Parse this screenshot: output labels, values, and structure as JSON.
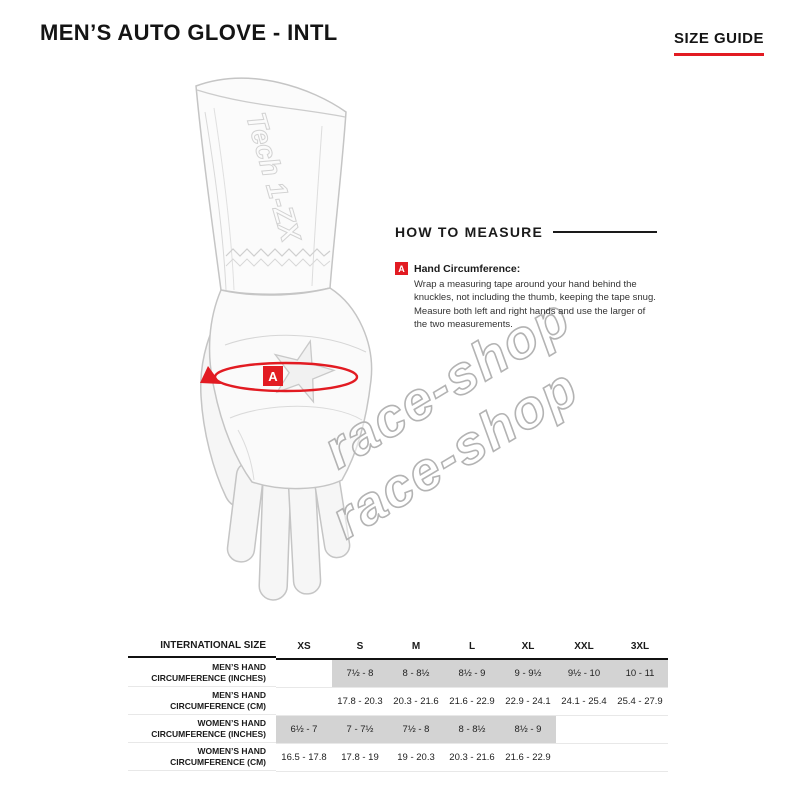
{
  "colors": {
    "accent_red": "#e21b22",
    "table_shade": "#d3d3d3"
  },
  "header": {
    "title": "MEN’S AUTO GLOVE - INTL",
    "size_guide_label": "SIZE GUIDE"
  },
  "diagram": {
    "marker": "A",
    "watermark": "race-shop",
    "cuff_text": "Tech 1-ZX"
  },
  "how_to_measure": {
    "title": "HOW TO MEASURE",
    "marker": "A",
    "label": "Hand Circumference:",
    "text": "Wrap a measuring tape around your hand behind the knuckles, not including the thumb, keeping the tape snug. Measure both left and right hands and use the larger of the two measurements."
  },
  "size_table": {
    "columns": [
      "INTERNATIONAL SIZE",
      "XS",
      "S",
      "M",
      "L",
      "XL",
      "XXL",
      "3XL"
    ],
    "rows": [
      {
        "label": "MEN’S HAND\nCIRCUMFERENCE (INCHES)",
        "shaded": true,
        "values": [
          "",
          "7½ - 8",
          "8 - 8½",
          "8½ - 9",
          "9 - 9½",
          "9½ - 10",
          "10 - 11"
        ]
      },
      {
        "label": "MEN’S HAND\nCIRCUMFERENCE (CM)",
        "shaded": false,
        "values": [
          "",
          "17.8 - 20.3",
          "20.3 - 21.6",
          "21.6 - 22.9",
          "22.9 - 24.1",
          "24.1 - 25.4",
          "25.4 - 27.9"
        ]
      },
      {
        "label": "WOMEN’S HAND\nCIRCUMFERENCE (INCHES)",
        "shaded": true,
        "values": [
          "6½ - 7",
          "7 - 7½",
          "7½ - 8",
          "8 - 8½",
          "8½ - 9",
          "",
          ""
        ]
      },
      {
        "label": "WOMEN’S HAND\nCIRCUMFERENCE (CM)",
        "shaded": false,
        "values": [
          "16.5 - 17.8",
          "17.8 - 19",
          "19 - 20.3",
          "20.3 - 21.6",
          "21.6 - 22.9",
          "",
          ""
        ]
      }
    ]
  }
}
